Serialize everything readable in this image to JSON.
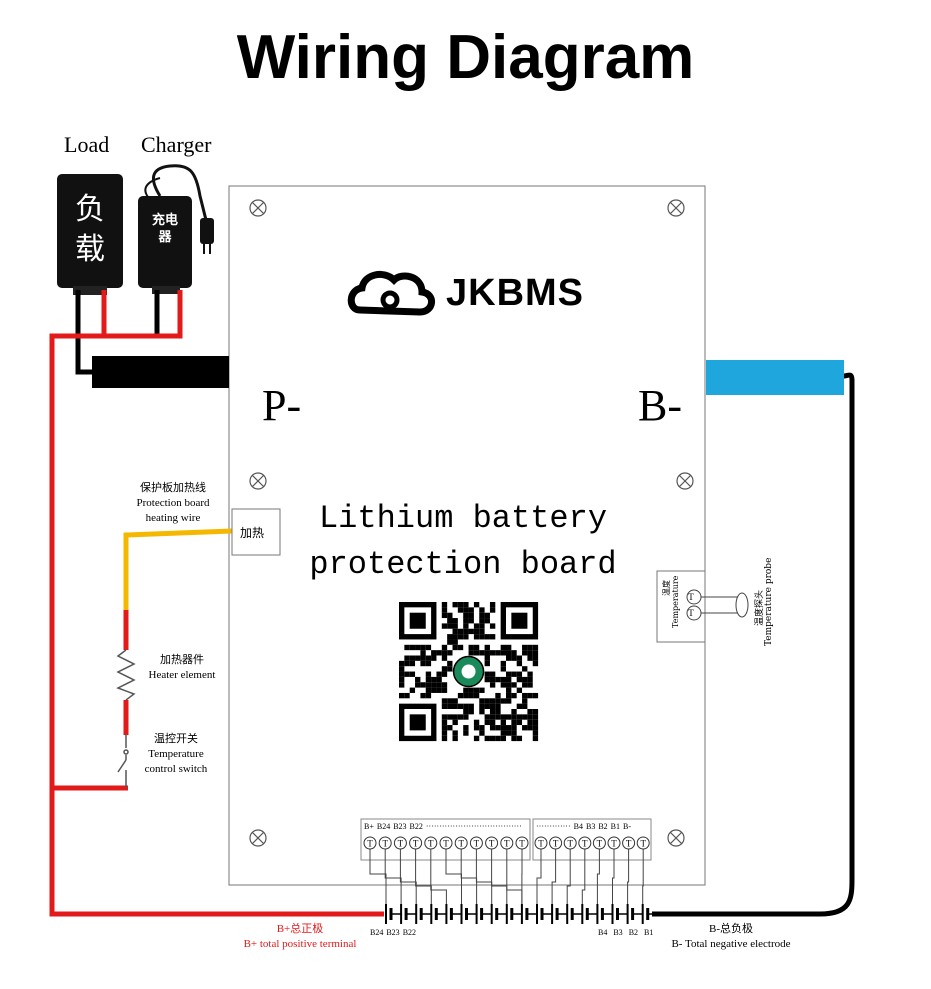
{
  "title": "Wiring Diagram",
  "load": {
    "label": "Load",
    "device_text": "负载"
  },
  "charger": {
    "label": "Charger",
    "device_text": "充电器"
  },
  "board": {
    "brand": "JKBMS",
    "main_label_line1": "Lithium battery",
    "main_label_line2": "protection board",
    "p_minus": "P-",
    "b_minus": "B-",
    "heating_port": "加热",
    "temp_port_line1": "温度",
    "temp_port_line2": "Temperature"
  },
  "heating_wire": {
    "cn": "保护板加热线",
    "en1": "Protection board",
    "en2": "heating wire"
  },
  "heater": {
    "cn": "加热器件",
    "en": "Heater element"
  },
  "switch": {
    "cn": "温控开关",
    "en1": "Temperature",
    "en2": "control switch"
  },
  "probe": {
    "cn": "温度探头",
    "en": "Temperature probe"
  },
  "connector": {
    "left_labels": [
      "B+",
      "B24",
      "B23",
      "B22",
      "····································"
    ],
    "right_labels": [
      "·············",
      "B4",
      "B3",
      "B2",
      "B1",
      "B-"
    ]
  },
  "cells": {
    "left_labels": [
      "B24",
      "B23",
      "B22"
    ],
    "right_labels": [
      "B4",
      "B3",
      "B2",
      "B1"
    ]
  },
  "b_plus": {
    "cn": "B+总正极",
    "en": "B+ total positive terminal"
  },
  "b_minus_terminal": {
    "cn": "B-总负极",
    "en": "B- Total negative electrode"
  },
  "colors": {
    "red_wire": "#e21a1a",
    "black_wire": "#000000",
    "yellow_wire": "#f5b800",
    "blue_busbar": "#1ea6dd",
    "board": "#ffffff"
  }
}
